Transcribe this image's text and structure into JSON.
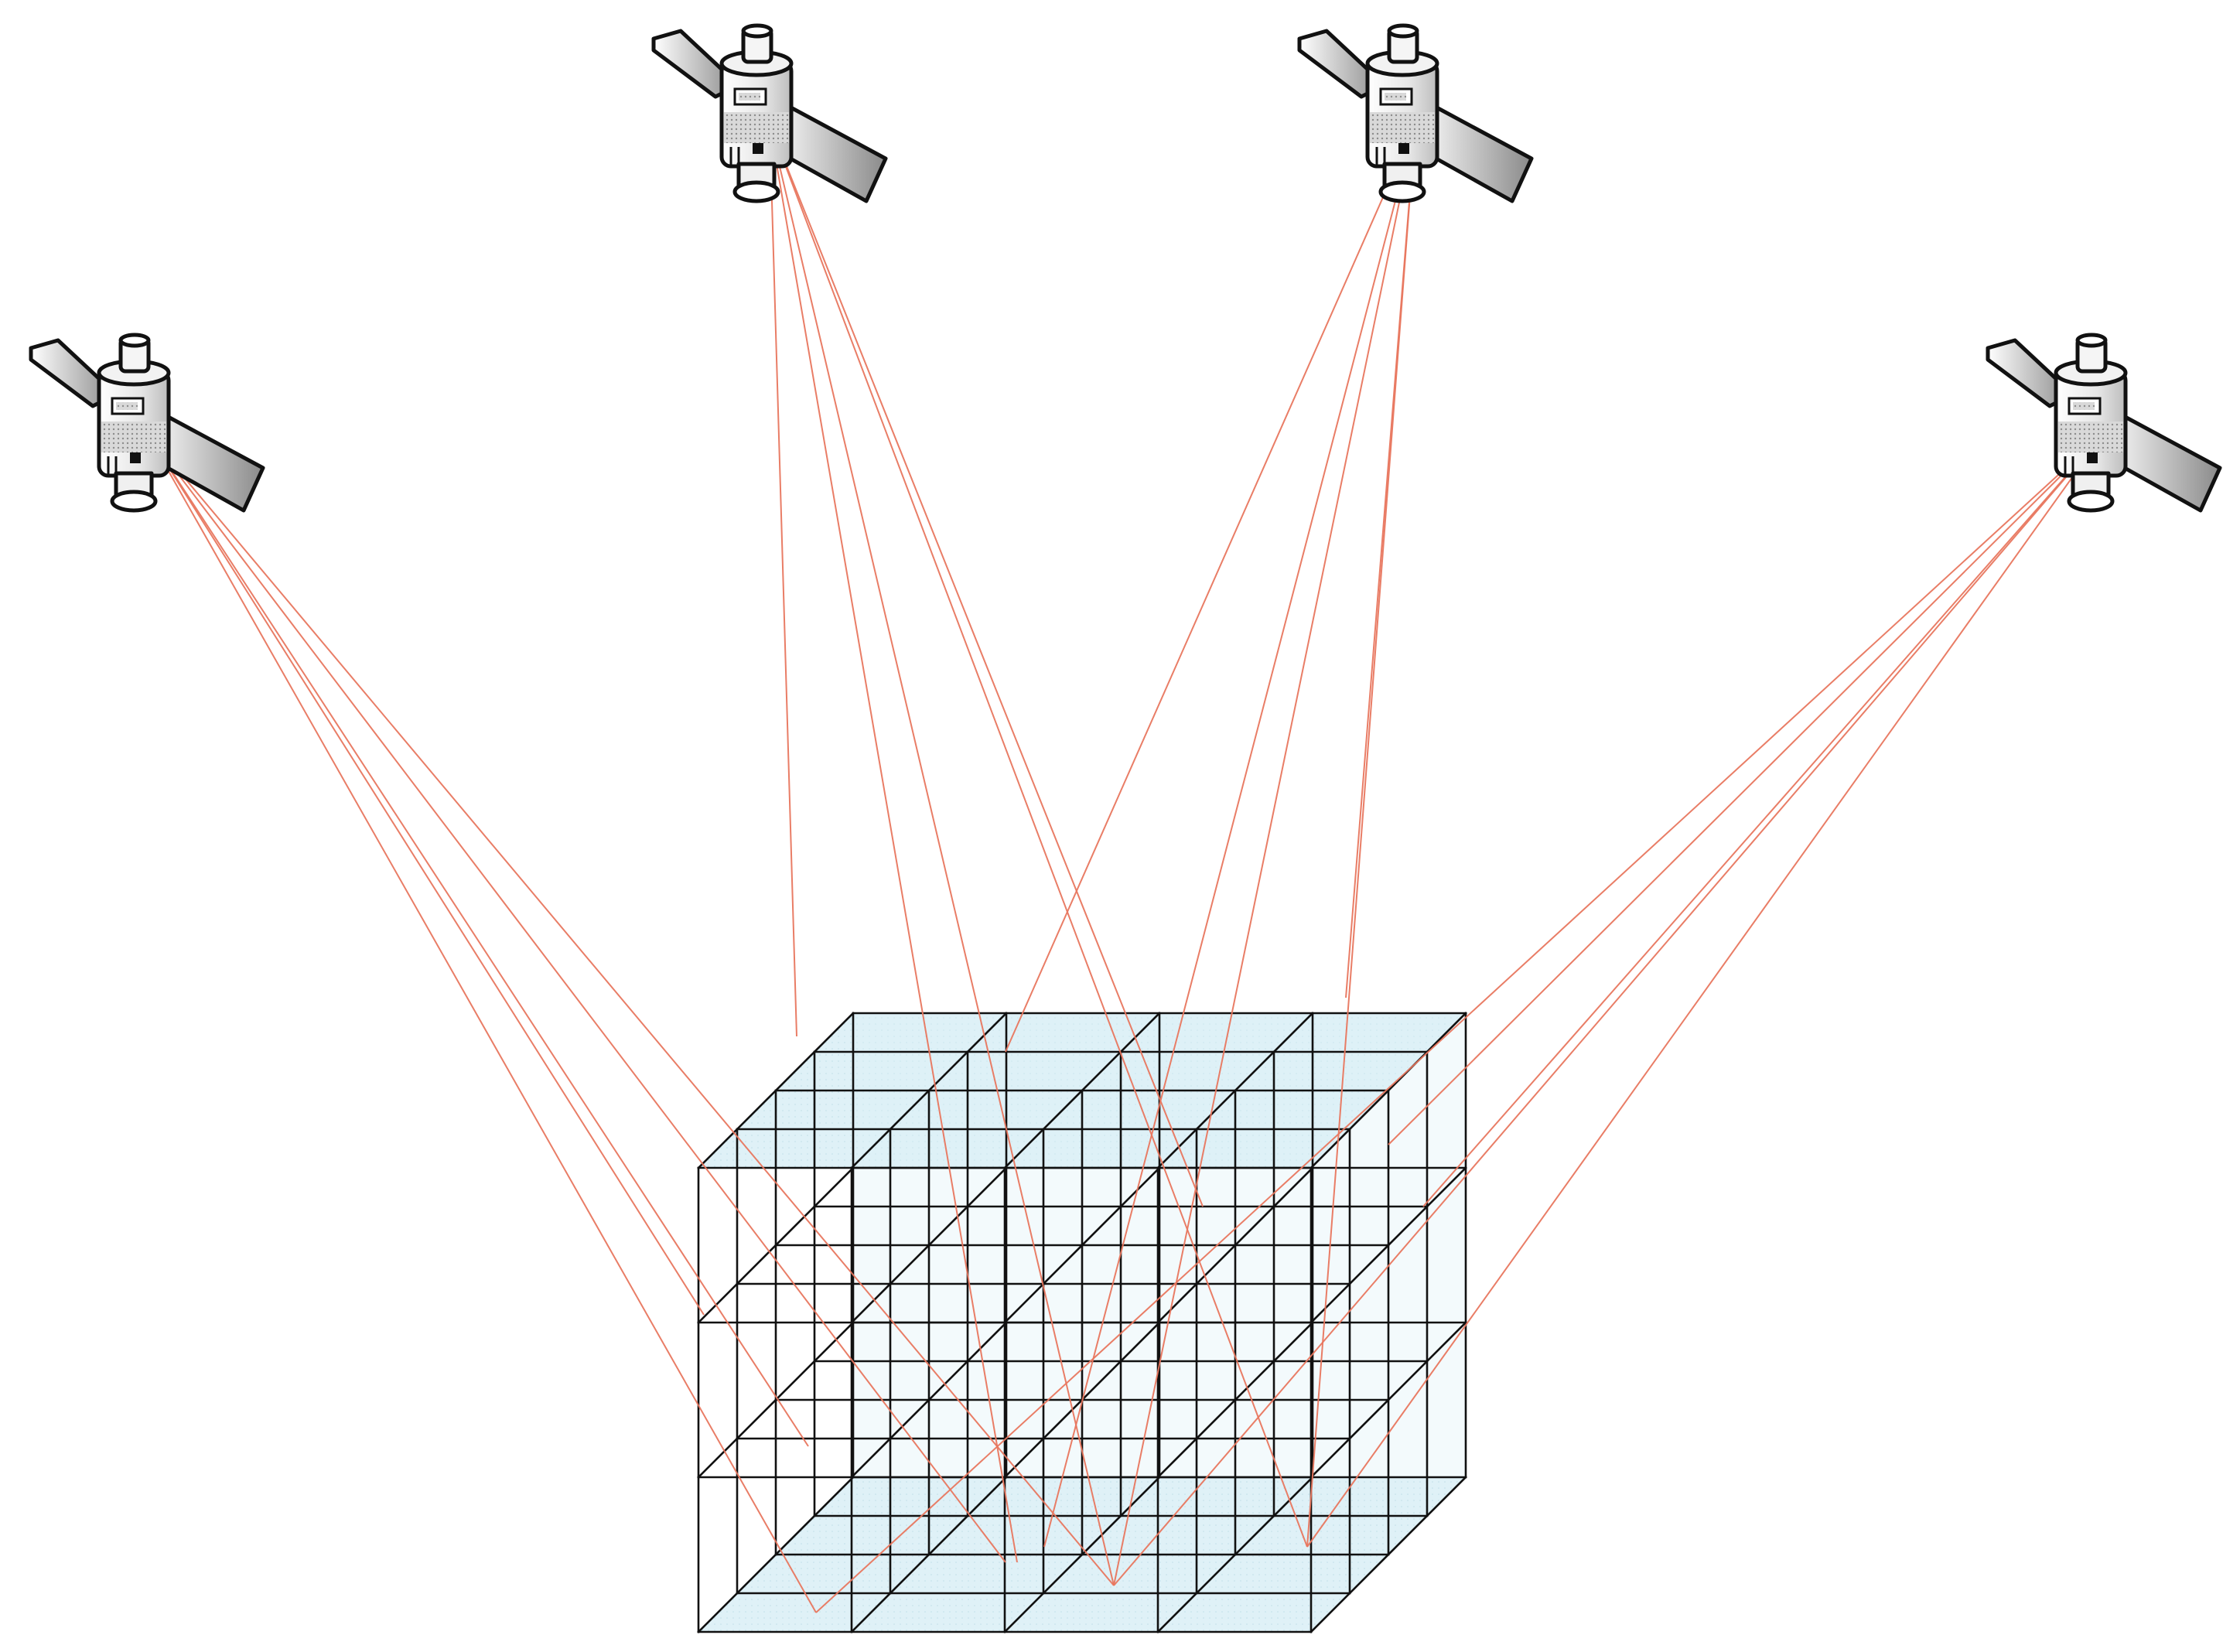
{
  "diagram": {
    "satellites": [
      {
        "id": "sat-1"
      },
      {
        "id": "sat-2"
      },
      {
        "id": "sat-3"
      },
      {
        "id": "sat-4"
      },
      {
        "id": "sat-5"
      }
    ],
    "grid": {
      "cols": 4,
      "rows": 3,
      "depth": 4
    },
    "colors": {
      "ray": "#e8765e",
      "grid_line": "#111111",
      "grid_fill": "#dcf0f6",
      "satellite_body": "#f2f2f2",
      "satellite_outline": "#111111",
      "panel_light": "#ffffff",
      "panel_dark": "#8a8a8a"
    }
  }
}
